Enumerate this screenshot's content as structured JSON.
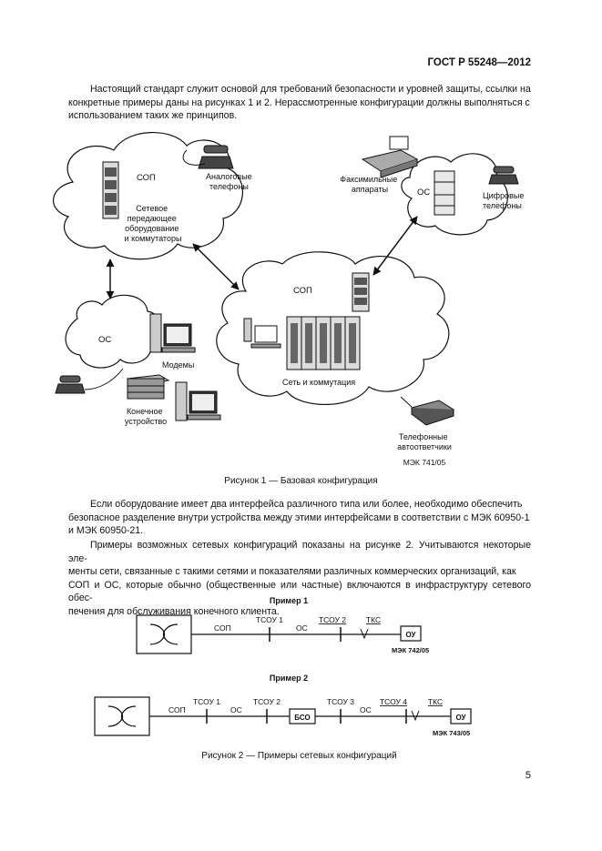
{
  "header": {
    "standard": "ГОСТ Р 55248—2012"
  },
  "intro_paragraph": {
    "lines": [
      "Настоящий стандарт служит основой для требований безопасности и уровней защиты, ссылки на",
      "конкретные примеры даны на рисунках 1 и 2. Нерассмотренные конфигурации должны выполняться с",
      "использованием таких же принципов."
    ]
  },
  "figure1": {
    "labels": {
      "cloud_top_left": "СОП",
      "network_equipment": [
        "Сетевое",
        "передающее",
        "оборудование",
        "и коммутаторы"
      ],
      "analog_phones": [
        "Аналоговые",
        "телефоны"
      ],
      "fax": [
        "Факсимильные",
        "аппараты"
      ],
      "os_top_right": "ОС",
      "digital_phones": [
        "Цифровые",
        "телефоны"
      ],
      "cloud_center": "СОП",
      "network_switching": "Сеть и коммутация",
      "os_left": "ОС",
      "modems": "Модемы",
      "terminal_device": [
        "Конечное",
        "устройство"
      ],
      "answering_machines": [
        "Телефонные",
        "автоответчики"
      ],
      "iec_ref": "МЭК 741/05"
    },
    "caption": "Рисунок 1 — Базовая конфигурация"
  },
  "paragraph2": {
    "lines": [
      "Если оборудование имеет два интерфейса различного типа или более, необходимо обеспечить",
      "безопасное разделение внутри устройства между этими интерфейсами в соответствии с МЭК 60950-1",
      "и МЭК 60950-21."
    ]
  },
  "paragraph3": {
    "lines": [
      "Примеры возможных сетевых конфигураций показаны на рисунке 2. Учитываются некоторые эле-",
      "менты сети, связанные с такими сетями и показателями различных коммерческих организаций, как",
      "СОП и ОС, которые обычно (общественные или частные) включаются в инфраструктуру сетевого обес-",
      "печения для обслуживания конечного клиента."
    ]
  },
  "figure2": {
    "example1": {
      "title": "Пример 1",
      "sop": "СОП",
      "tsou1": "ТСОУ 1",
      "os": "ОС",
      "tsou2": "ТСОУ 2",
      "tks": "ТКС",
      "ou": "ОУ",
      "iec_ref": "МЭК 742/05"
    },
    "example2": {
      "title": "Пример 2",
      "sop": "СОП",
      "tsou1": "ТСОУ 1",
      "os1": "ОС",
      "tsou2": "ТСОУ 2",
      "bso": "БСО",
      "tsou3": "ТСОУ 3",
      "os2": "ОС",
      "tsou4": "ТСОУ 4",
      "tks": "ТКС",
      "ou": "ОУ",
      "iec_ref": "МЭК 743/05"
    },
    "caption": "Рисунок 2 — Примеры сетевых конфигураций"
  },
  "page_number": "5"
}
